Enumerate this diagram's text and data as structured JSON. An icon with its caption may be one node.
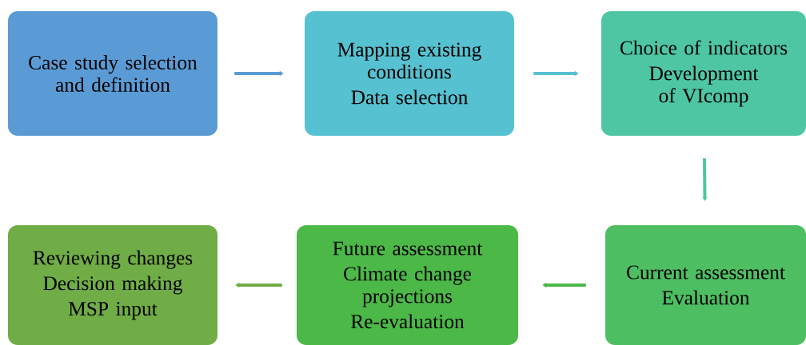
{
  "diagram": {
    "nodes": [
      {
        "text": [
          "Case study selection and definition"
        ]
      },
      {
        "text": [
          "Mapping existing conditions",
          "Data selection"
        ]
      },
      {
        "text": [
          "Choice of indicators",
          "Development of VIcomp"
        ]
      },
      {
        "text": [
          "Current assessment",
          "Evaluation"
        ]
      },
      {
        "text": [
          "Future assessment",
          "Climate change projections",
          "Re-evaluation"
        ]
      },
      {
        "text": [
          "Reviewing changes",
          "Decision making",
          "MSP input"
        ]
      }
    ],
    "edges": [
      {
        "from": 0,
        "to": 1,
        "arrow": "to",
        "color": "#5b9bd5"
      },
      {
        "from": 1,
        "to": 2,
        "arrow": "to",
        "color": "#56c1d0"
      },
      {
        "from": 2,
        "to": 3,
        "arrow": "to",
        "color": "#4fc6a3"
      },
      {
        "from": 3,
        "to": 4,
        "arrow": "to",
        "color": "#4cb848"
      },
      {
        "from": 4,
        "to": 5,
        "arrow": "to",
        "color": "#70ad47"
      }
    ]
  }
}
